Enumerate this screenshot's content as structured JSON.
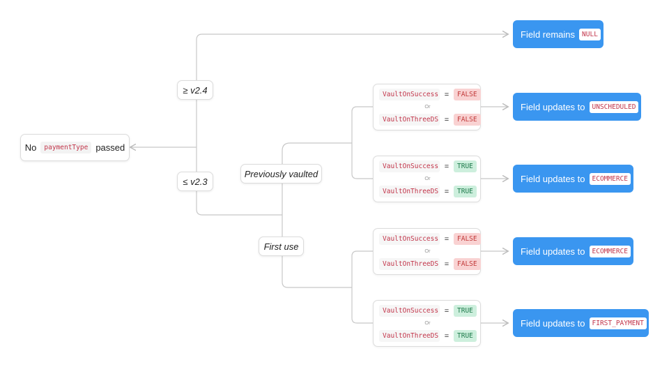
{
  "root": {
    "prefix": "No",
    "code": "paymentType",
    "suffix": "passed"
  },
  "versions": {
    "new": "≥ v2.4",
    "old": "≤ v2.3"
  },
  "branches": {
    "vaulted": "Previously vaulted",
    "first_use": "First use"
  },
  "conditions": [
    {
      "a_name": "VaultOnSuccess",
      "a_val": "FALSE",
      "or": "Or",
      "b_name": "VaultOnThreeDS",
      "b_val": "FALSE",
      "eq": "="
    },
    {
      "a_name": "VaultOnSuccess",
      "a_val": "TRUE",
      "or": "Or",
      "b_name": "VaultOnThreeDS",
      "b_val": "TRUE",
      "eq": "="
    },
    {
      "a_name": "VaultOnSuccess",
      "a_val": "FALSE",
      "or": "Or",
      "b_name": "VaultOnThreeDS",
      "b_val": "FALSE",
      "eq": "="
    },
    {
      "a_name": "VaultOnSuccess",
      "a_val": "TRUE",
      "or": "Or",
      "b_name": "VaultOnThreeDS",
      "b_val": "TRUE",
      "eq": "="
    }
  ],
  "results": [
    {
      "label": "Field remains",
      "tag": "NULL"
    },
    {
      "label": "Field updates to",
      "tag": "UNSCHEDULED"
    },
    {
      "label": "Field updates to",
      "tag": "ECOMMERCE"
    },
    {
      "label": "Field updates to",
      "tag": "ECOMMERCE"
    },
    {
      "label": "Field updates to",
      "tag": "FIRST_PAYMENT"
    }
  ],
  "colors": {
    "result_bg": "#3a96f0",
    "false_bg": "#f9d2d2",
    "true_bg": "#cdefdd",
    "wire": "#c8c8c8"
  }
}
